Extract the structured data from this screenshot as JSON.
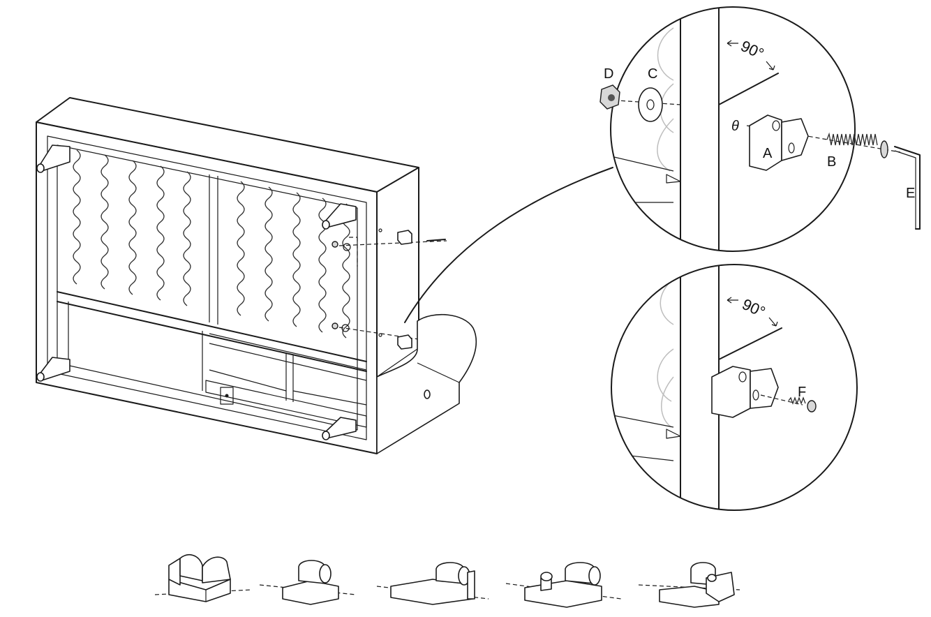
{
  "parts": {
    "a": "A",
    "b": "B",
    "c": "C",
    "d": "D",
    "e": "E",
    "f": "F"
  },
  "angle_top": "90°",
  "angle_bottom": "90°",
  "theta": "θ"
}
